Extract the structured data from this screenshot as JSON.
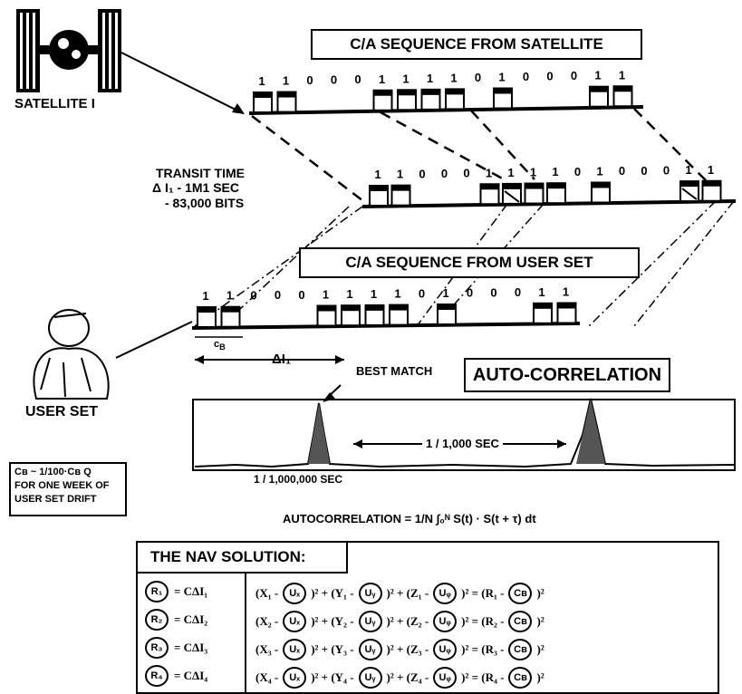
{
  "labels": {
    "satellite": "SATELLITE I",
    "ca_satellite": "C/A SEQUENCE FROM SATELLITE",
    "transit_line1": "TRANSIT TIME",
    "transit_line2": "Δ I₁  - 1M1 SEC",
    "transit_line3": "- 83,000 BITS",
    "ca_user": "C/A SEQUENCE FROM USER SET",
    "cb": "c",
    "cb_sub": "B",
    "delta": "ΔI₁",
    "user_set": "USER SET",
    "best_match": "BEST MATCH",
    "auto_corr": "AUTO-CORRELATION",
    "ms_span": "1 / 1,000 SEC",
    "us_span": "1 / 1,000,000 SEC",
    "drift_line1": "Cʙ ~ 1/100·Cʙ Q",
    "drift_line2": "FOR ONE WEEK OF",
    "drift_line3": "USER SET DRIFT",
    "formula": "AUTOCORRELATION = 1/N  ∫₀ᴺ  S(t) · S(t + τ) dt"
  },
  "bits": {
    "satellite": [
      "1",
      "1",
      "0",
      "0",
      "0",
      "1",
      "1",
      "1",
      "1",
      "0",
      "1",
      "0",
      "0",
      "0",
      "1",
      "1"
    ],
    "shifted": [
      "1",
      "1",
      "0",
      "0",
      "0",
      "1",
      "↘",
      "1",
      "1",
      "0",
      "1",
      "0",
      "0",
      "0",
      "↘",
      "1"
    ],
    "user": [
      "1",
      "1",
      "0",
      "0",
      "0",
      "1",
      "1",
      "1",
      "1",
      "0",
      "1",
      "0",
      "0",
      "0",
      "1",
      "1"
    ]
  },
  "nav": {
    "title": "THE NAV SOLUTION:",
    "rows": [
      {
        "r": "R₁",
        "rhs_left": "= CΔI₁",
        "x": "(X₁ -",
        "ux": "Uₓ",
        "y": ")² + (Y₁ -",
        "uy": "Uᵧ",
        "z": ")² + (Z₁ -",
        "uz": "Uᵩ",
        "tail": ")² = (R₁ -",
        "cb": "Cʙ",
        "end": ")²"
      },
      {
        "r": "R₂",
        "rhs_left": "= CΔI₂",
        "x": "(X₂ -",
        "ux": "Uₓ",
        "y": ")² + (Y₂ -",
        "uy": "Uᵧ",
        "z": ")² + (Z₂ -",
        "uz": "Uᵩ",
        "tail": ")² = (R₂ -",
        "cb": "Cʙ",
        "end": ")²"
      },
      {
        "r": "R₃",
        "rhs_left": "= CΔI₃",
        "x": "(X₃ -",
        "ux": "Uₓ",
        "y": ")² + (Y₃ -",
        "uy": "Uᵧ",
        "z": ")² + (Z₃ -",
        "uz": "Uᵩ",
        "tail": ")² = (R₃ -",
        "cb": "Cʙ",
        "end": ")²"
      },
      {
        "r": "R₄",
        "rhs_left": "= CΔI₄",
        "x": "(X₄ -",
        "ux": "Uₓ",
        "y": ")² + (Y₄ -",
        "uy": "Uᵧ",
        "z": ")² + (Z₄ -",
        "uz": "Uᵩ",
        "tail": ")² = (R₄ -",
        "cb": "Cʙ",
        "end": ")²"
      }
    ]
  }
}
